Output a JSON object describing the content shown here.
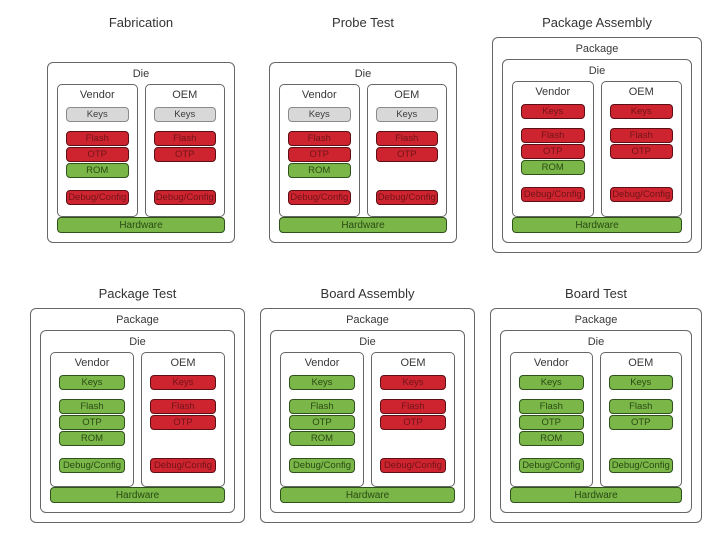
{
  "colors": {
    "red_fill": "#ce242f",
    "red_border": "#5c1016",
    "red_text": "#711419",
    "green_fill": "#7ab648",
    "green_border": "#2f511a",
    "green_text": "#2a4a14",
    "gray_fill": "#d8d8d8",
    "gray_border": "#8a8a8a",
    "gray_text": "#3d3d3d",
    "box_border": "#666666",
    "label_text": "#383838"
  },
  "labels": {
    "package": "Package",
    "die": "Die",
    "vendor": "Vendor",
    "oem": "OEM",
    "keys": "Keys",
    "flash": "Flash",
    "otp": "OTP",
    "rom": "ROM",
    "debug": "Debug/Config",
    "hardware": "Hardware"
  },
  "stages": [
    {
      "title": "Fabrication",
      "has_package": false,
      "vendor": {
        "keys": "gray",
        "flash": "red",
        "otp": "red",
        "rom": "green",
        "debug": "red"
      },
      "oem": {
        "keys": "gray",
        "flash": "red",
        "otp": "red",
        "debug": "red"
      },
      "hardware": "green"
    },
    {
      "title": "Probe Test",
      "has_package": false,
      "vendor": {
        "keys": "gray",
        "flash": "red",
        "otp": "red",
        "rom": "green",
        "debug": "red"
      },
      "oem": {
        "keys": "gray",
        "flash": "red",
        "otp": "red",
        "debug": "red"
      },
      "hardware": "green"
    },
    {
      "title": "Package Assembly",
      "has_package": true,
      "vendor": {
        "keys": "red",
        "flash": "red",
        "otp": "red",
        "rom": "green",
        "debug": "red"
      },
      "oem": {
        "keys": "red",
        "flash": "red",
        "otp": "red",
        "debug": "red"
      },
      "hardware": "green"
    },
    {
      "title": "Package Test",
      "has_package": true,
      "vendor": {
        "keys": "green",
        "flash": "green",
        "otp": "green",
        "rom": "green",
        "debug": "green"
      },
      "oem": {
        "keys": "red",
        "flash": "red",
        "otp": "red",
        "debug": "red"
      },
      "hardware": "green"
    },
    {
      "title": "Board Assembly",
      "has_package": true,
      "vendor": {
        "keys": "green",
        "flash": "green",
        "otp": "green",
        "rom": "green",
        "debug": "green"
      },
      "oem": {
        "keys": "red",
        "flash": "red",
        "otp": "red",
        "debug": "red"
      },
      "hardware": "green"
    },
    {
      "title": "Board Test",
      "has_package": true,
      "vendor": {
        "keys": "green",
        "flash": "green",
        "otp": "green",
        "rom": "green",
        "debug": "green"
      },
      "oem": {
        "keys": "green",
        "flash": "green",
        "otp": "green",
        "debug": "green"
      },
      "hardware": "green"
    }
  ]
}
